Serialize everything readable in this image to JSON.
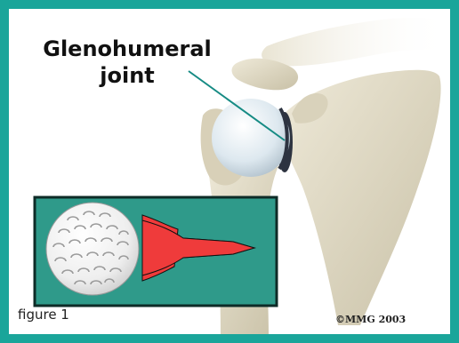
{
  "diagram": {
    "title_line1": "Glenohumeral",
    "title_line2": "joint",
    "figure_caption": "figure 1",
    "copyright": "©MMG 2003"
  },
  "colors": {
    "frame": "#1aa59a",
    "inset_bg": "#2f9a8a",
    "inset_border": "#0e2b27",
    "tee": "#ef3b3b",
    "bone": "#e6e1cf",
    "bone_shadow": "#bdb59c",
    "cartilage": "#d9ecf2",
    "leader_line": "#168b84"
  }
}
